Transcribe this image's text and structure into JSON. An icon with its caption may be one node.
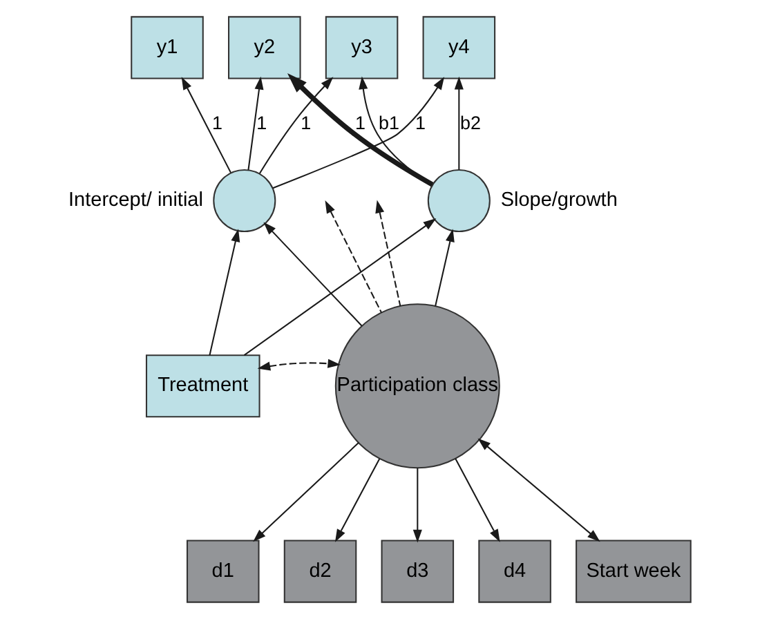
{
  "diagram": {
    "nodes": [
      {
        "text": [
          "y1"
        ]
      },
      {
        "text": [
          "y2"
        ]
      },
      {
        "text": [
          "y3"
        ]
      },
      {
        "text": [
          "y4"
        ]
      },
      {
        "text": [],
        "shape": "circle",
        "beside": [
          "Intercept/ initial"
        ]
      },
      {
        "text": [],
        "shape": "circle",
        "beside": [
          "Slope/growth"
        ]
      },
      {
        "text": [
          "Treatment"
        ]
      },
      {
        "text": [
          "Participation class"
        ]
      },
      {
        "text": [
          "d1"
        ]
      },
      {
        "text": [
          "d2"
        ]
      },
      {
        "text": [
          "d3"
        ]
      },
      {
        "text": [
          "d4"
        ]
      },
      {
        "text": [
          "Start week"
        ]
      }
    ],
    "edges": [
      {
        "from": 4,
        "to": 0,
        "arrow": "to",
        "label": "1"
      },
      {
        "from": 4,
        "to": 1,
        "arrow": "to",
        "label": "1"
      },
      {
        "from": 4,
        "to": 2,
        "arrow": "to",
        "label": "1"
      },
      {
        "from": 4,
        "to": 3,
        "arrow": "to",
        "label": "1"
      },
      {
        "from": 5,
        "to": 1,
        "arrow": "to",
        "label": "1",
        "style": "thick"
      },
      {
        "from": 5,
        "to": 2,
        "arrow": "to",
        "label": "b1"
      },
      {
        "from": 5,
        "to": 3,
        "arrow": "to",
        "label": "b2"
      },
      {
        "from": 6,
        "to": 4,
        "arrow": "to"
      },
      {
        "from": 6,
        "to": 5,
        "arrow": "to"
      },
      {
        "from": 7,
        "to": null,
        "arrow": "to",
        "style": "dashed"
      },
      {
        "from": 7,
        "to": null,
        "arrow": "to",
        "style": "dashed"
      },
      {
        "from": 7,
        "to": 4,
        "arrow": "to"
      },
      {
        "from": 7,
        "to": 5,
        "arrow": "to"
      },
      {
        "from": 6,
        "to": 7,
        "arrow": "both",
        "style": "dashed"
      },
      {
        "from": 7,
        "to": 8,
        "arrow": "to"
      },
      {
        "from": 7,
        "to": 9,
        "arrow": "to"
      },
      {
        "from": 7,
        "to": 10,
        "arrow": "to"
      },
      {
        "from": 7,
        "to": 11,
        "arrow": "to"
      },
      {
        "from": 7,
        "to": 12,
        "arrow": "both"
      }
    ]
  }
}
